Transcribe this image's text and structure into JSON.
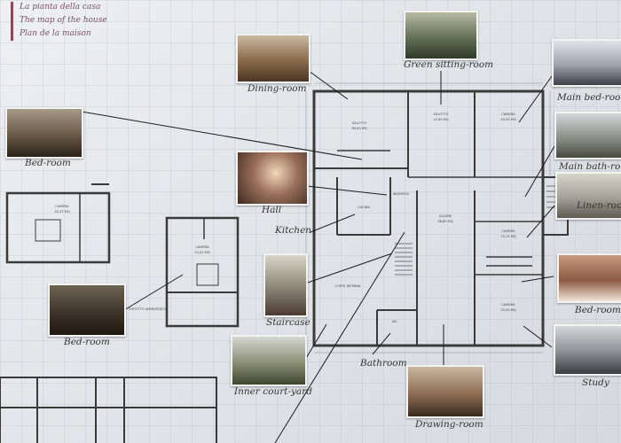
{
  "title": {
    "line1": "La pianta della casa",
    "line2": "The map of the house",
    "line3": "Plan de la maison"
  },
  "captions": {
    "dining": "Dining-room",
    "green": "Green sitting-room",
    "main_bed": "Main bed-room",
    "main_bath": "Main bath-room",
    "bedroom_left": "Bed-room",
    "hall": "Hall",
    "kitchen": "Kitchen",
    "linen": "Linen-room",
    "bedroom_lower_left": "Bed-room",
    "staircase": "Staircase",
    "bedroom_right": "Bed-room",
    "inner_court": "Inner court-yard",
    "bathroom": "Bathroom",
    "study": "Study",
    "drawing": "Drawing-room"
  },
  "plan_labels": {
    "salotto": "SALOTTO",
    "salotto_area": "30,00 MQ",
    "salotto2": "SALOTTO",
    "salotto2_area": "13,40 MQ",
    "camera_top": "CAMERA",
    "camera_top_area": "24,30 MQ",
    "ingresso": "INGRESSO",
    "salone": "SALONE",
    "salone_area": "38,80 MQ",
    "cucina": "CUCINA",
    "camera_mid": "CAMERA",
    "camera_mid_area": "15,74 MQ",
    "camera_low": "CAMERA",
    "camera_low_area": "20,00 MQ",
    "wc": "WC",
    "corte": "CORTE INTERNA",
    "camera_left": "CAMERA",
    "camera_left_area": "22,00 MQ",
    "camera_far_left": "CAMERA",
    "camera_far_left_area": "20,37 MQ",
    "soffitto": "SOFFITTO AMMEZZATO"
  }
}
